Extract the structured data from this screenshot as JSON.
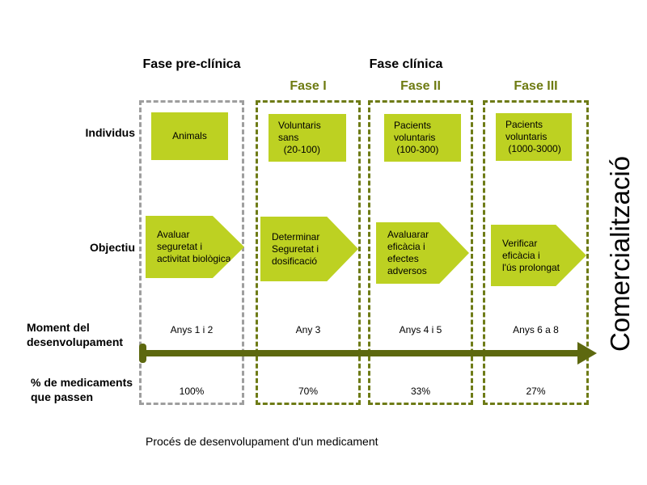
{
  "title": "Procés de desenvolupament d'un medicament",
  "headers": {
    "preclinical": "Fase pre-clínica",
    "clinical": "Fase clínica"
  },
  "row_labels": {
    "individuals": "Individus",
    "objective": "Objectiu",
    "moment": "Moment del\ndesenvolupament",
    "percent": "% de medicaments\nque passen"
  },
  "commercialization": "Comercialització",
  "phases": [
    {
      "label": "",
      "individuals": "Animals",
      "objective": "Avaluar\nseguretat i\nactivitat biològica",
      "time": "Anys 1 i 2",
      "pass_rate": "100%"
    },
    {
      "label": "Fase I",
      "individuals": "Voluntaris\nsans\n  (20-100)",
      "objective": "Determinar\nSeguretat i\ndosificació",
      "time": "Any 3",
      "pass_rate": "70%"
    },
    {
      "label": "Fase II",
      "individuals": "Pacients\nvoluntaris\n (100-300)",
      "objective": "Avaluarar\neficàcia i\nefectes\nadversos",
      "time": "Anys 4 i 5",
      "pass_rate": "33%"
    },
    {
      "label": "Fase III",
      "individuals": "Pacients\nvoluntaris\n (1000-3000)",
      "objective": "Verificar\neficàcia i\nl'ús prolongat",
      "time": "Anys 6 a 8",
      "pass_rate": "27%"
    }
  ],
  "colors": {
    "shape_fill": "#bdd122",
    "phase_border": "#6e7b16",
    "preclinical_border": "#9e9e9e",
    "timeline_arrow": "#5d680f",
    "phase_label_text": "#6e7b12",
    "text": "#000000",
    "background": "#ffffff"
  }
}
